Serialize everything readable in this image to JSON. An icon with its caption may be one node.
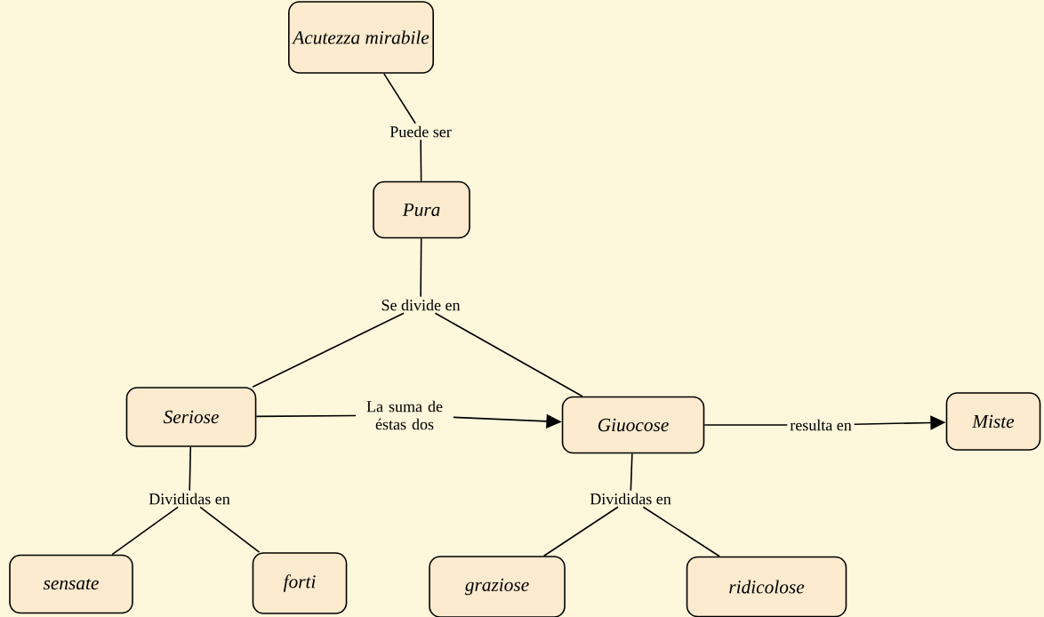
{
  "diagram": {
    "nodes": [
      {
        "text": [
          "Acutezza mirabile"
        ]
      },
      {
        "text": [
          "Puede ser"
        ]
      },
      {
        "text": [
          "Pura"
        ]
      },
      {
        "text": [
          "Se divide en"
        ]
      },
      {
        "text": [
          "Seriose"
        ]
      },
      {
        "text": [
          "La suma de éstas dos"
        ]
      },
      {
        "text": [
          "Giuocose"
        ]
      },
      {
        "text": [
          "resulta en"
        ]
      },
      {
        "text": [
          "Miste"
        ]
      },
      {
        "text": [
          "Divididas en"
        ]
      },
      {
        "text": [
          "Divididas en"
        ]
      },
      {
        "text": [
          "sensate"
        ]
      },
      {
        "text": [
          "forti"
        ]
      },
      {
        "text": [
          "graziose"
        ]
      },
      {
        "text": [
          "ridicolose"
        ]
      }
    ],
    "edges": [
      {
        "from": 0,
        "to": 1,
        "arrow": "none"
      },
      {
        "from": 1,
        "to": 2,
        "arrow": "none"
      },
      {
        "from": 2,
        "to": 3,
        "arrow": "none"
      },
      {
        "from": 3,
        "to": 4,
        "arrow": "none"
      },
      {
        "from": 3,
        "to": 6,
        "arrow": "none"
      },
      {
        "from": 4,
        "to": 5,
        "arrow": "none"
      },
      {
        "from": 5,
        "to": 6,
        "arrow": "to"
      },
      {
        "from": 6,
        "to": 7,
        "arrow": "none"
      },
      {
        "from": 7,
        "to": 8,
        "arrow": "to"
      },
      {
        "from": 4,
        "to": 9,
        "arrow": "none"
      },
      {
        "from": 9,
        "to": 11,
        "arrow": "none"
      },
      {
        "from": 9,
        "to": 12,
        "arrow": "none"
      },
      {
        "from": 6,
        "to": 10,
        "arrow": "none"
      },
      {
        "from": 10,
        "to": 13,
        "arrow": "none"
      },
      {
        "from": 10,
        "to": 14,
        "arrow": "none"
      }
    ]
  }
}
